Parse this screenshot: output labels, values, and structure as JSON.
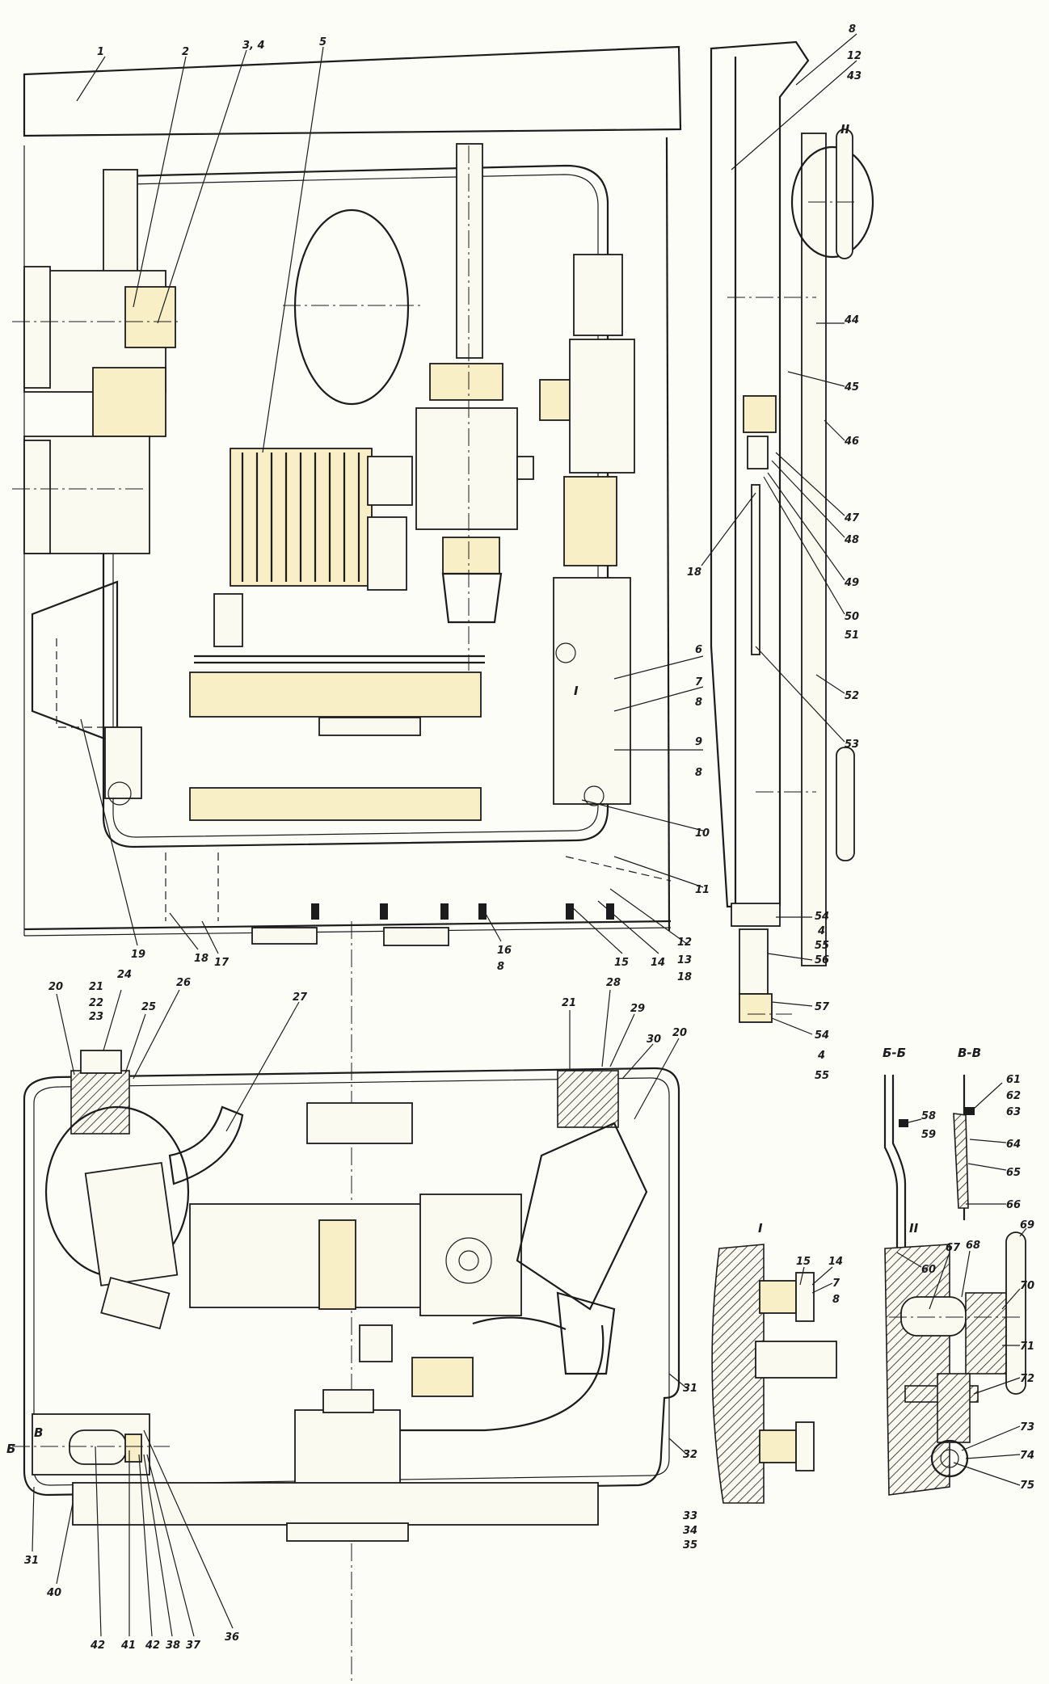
{
  "section_labels": {
    "view_i": "I",
    "view_ii_top": "II",
    "view_ii": "II",
    "b_b": "Б-Б",
    "v_v": "В-В",
    "b_mark": "Б",
    "v_mark": "В"
  },
  "callouts": {
    "n1": "1",
    "n2": "2",
    "n3_4": "3, 4",
    "n5": "5",
    "n6": "6",
    "n7": "7",
    "n8a": "8",
    "n9": "9",
    "n8b": "8",
    "n10": "10",
    "n11": "11",
    "n12": "12",
    "n13": "13",
    "n18a": "18",
    "n14": "14",
    "n15": "15",
    "n16": "16",
    "n8c": "8",
    "n17": "17",
    "n18b": "18",
    "n19": "19",
    "n20a": "20",
    "n21a": "21",
    "n22": "22",
    "n23": "23",
    "n24": "24",
    "n25": "25",
    "n26": "26",
    "n27": "27",
    "n21b": "21",
    "n28": "28",
    "n29": "29",
    "n30": "30",
    "n20b": "20",
    "n31a": "31",
    "n32": "32",
    "n33": "33",
    "n34": "34",
    "n35": "35",
    "n31b": "31",
    "n40": "40",
    "n42a": "42",
    "n41": "41",
    "n42b": "42",
    "n38": "38",
    "n37": "37",
    "n36": "36",
    "n8d": "8",
    "n12b": "12",
    "n43": "43",
    "n44": "44",
    "n45": "45",
    "n46": "46",
    "n47": "47",
    "n48": "48",
    "n18c": "18",
    "n49": "49",
    "n50": "50",
    "n51": "51",
    "n52": "52",
    "n53": "53",
    "n54a": "54",
    "n4a": "4",
    "n55a": "55",
    "n56": "56",
    "n57": "57",
    "n54b": "54",
    "n4b": "4",
    "n55b": "55",
    "n58": "58",
    "n59": "59",
    "n60": "60",
    "n61": "61",
    "n62": "62",
    "n63": "63",
    "n64": "64",
    "n65": "65",
    "n66": "66",
    "n15b": "15",
    "n14b": "14",
    "n7b": "7",
    "n8e": "8",
    "n67": "67",
    "n68": "68",
    "n69": "69",
    "n70": "70",
    "n71": "71",
    "n72": "72",
    "n73": "73",
    "n74": "74",
    "n75": "75"
  }
}
